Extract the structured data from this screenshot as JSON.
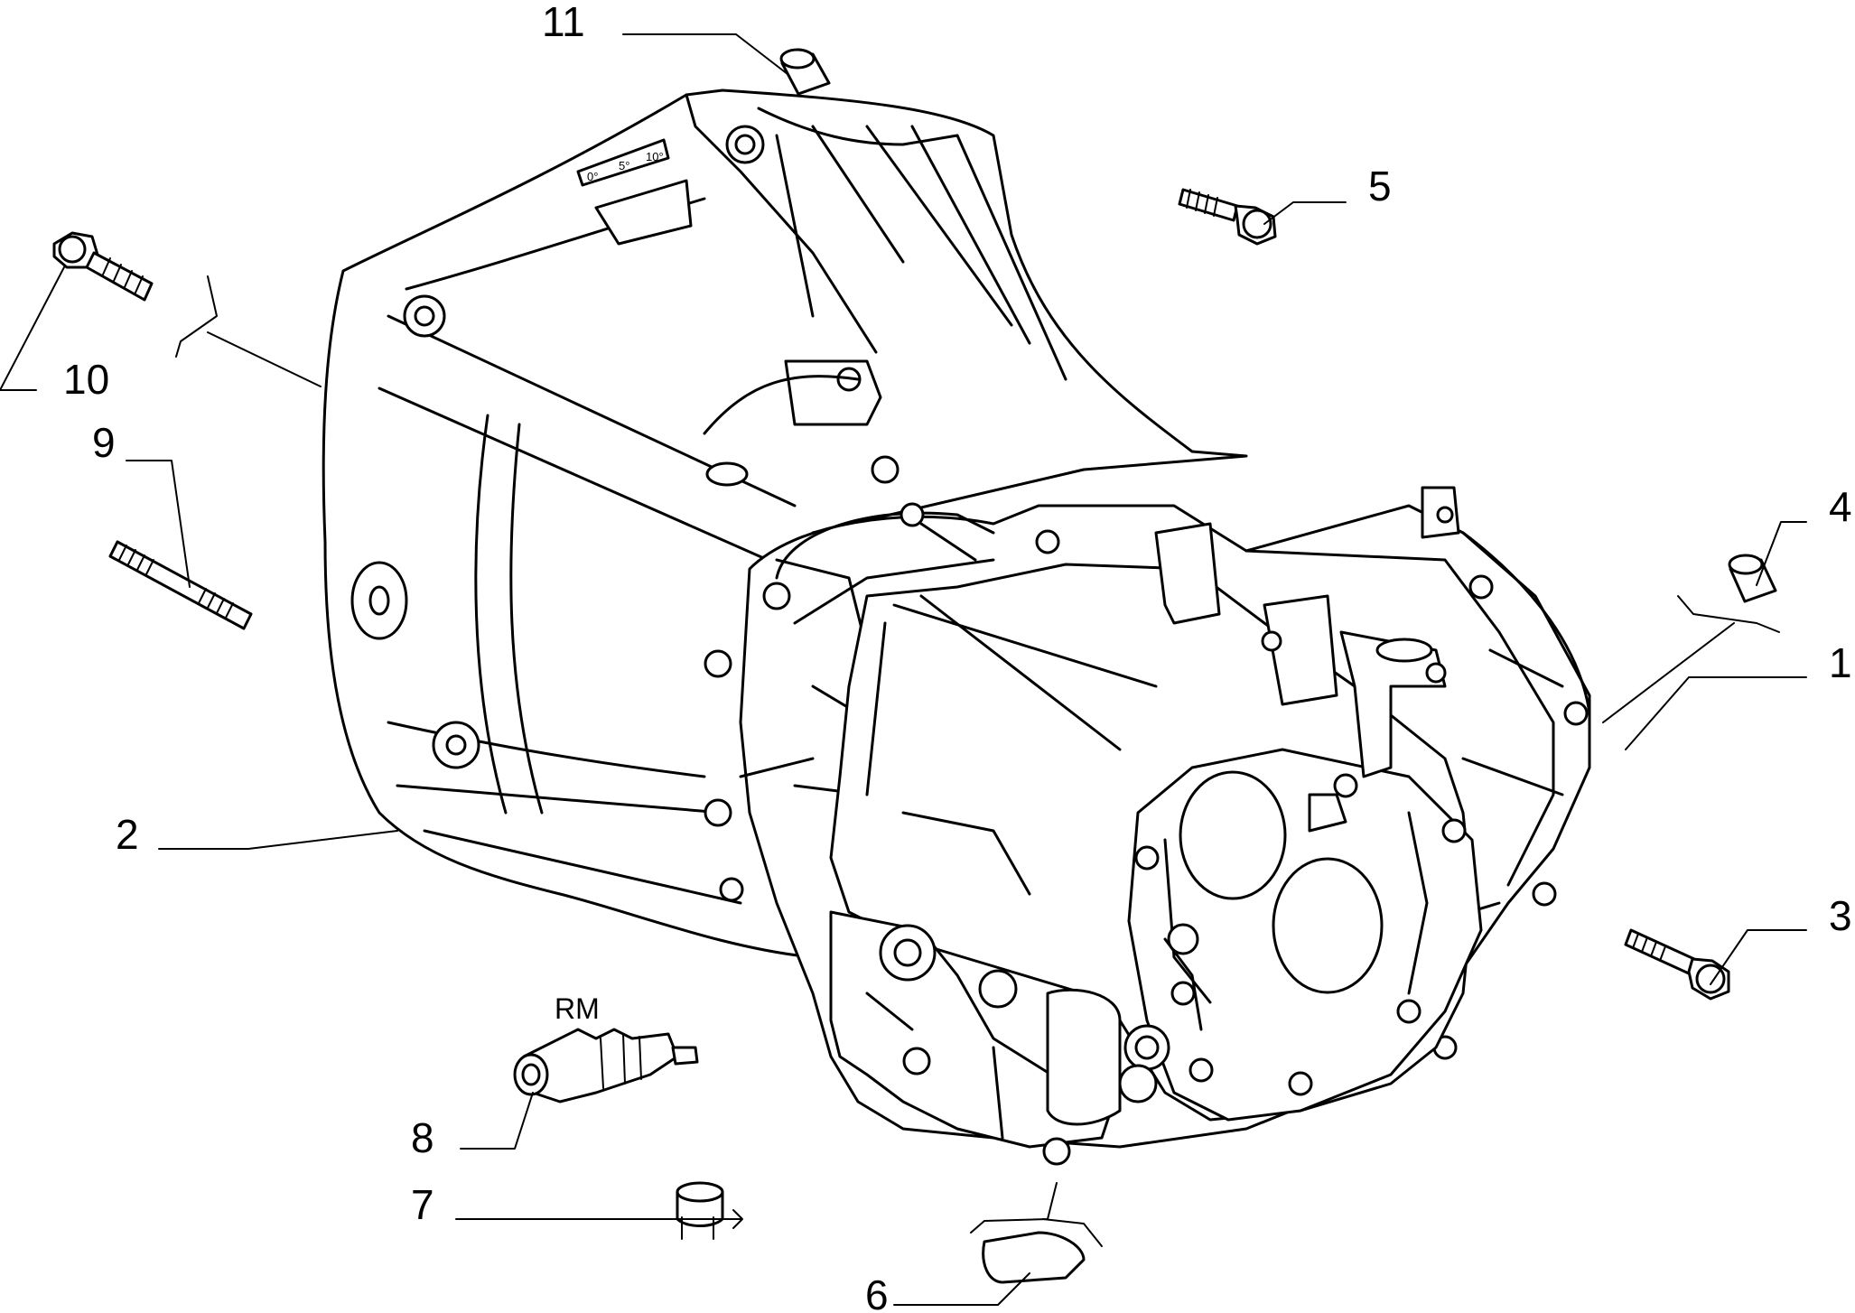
{
  "callouts": [
    {
      "id": "1",
      "label": "1"
    },
    {
      "id": "2",
      "label": "2"
    },
    {
      "id": "3",
      "label": "3"
    },
    {
      "id": "4",
      "label": "4"
    },
    {
      "id": "5",
      "label": "5"
    },
    {
      "id": "6",
      "label": "6"
    },
    {
      "id": "7",
      "label": "7"
    },
    {
      "id": "8",
      "label": "8"
    },
    {
      "id": "9",
      "label": "9"
    },
    {
      "id": "10",
      "label": "10"
    },
    {
      "id": "11",
      "label": "11"
    }
  ],
  "part8_tag": "RM",
  "scale_marks": [
    "0°",
    "5°",
    "10°"
  ],
  "ink_color": "#000000",
  "paper_color": "#ffffff"
}
